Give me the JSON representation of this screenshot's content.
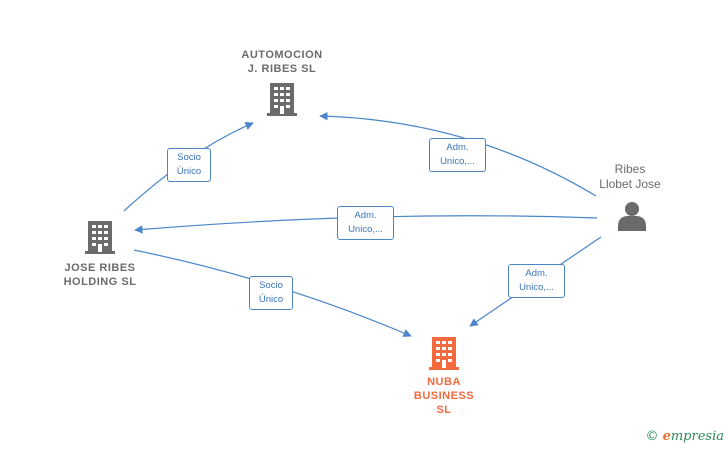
{
  "nodes": {
    "automocion": {
      "line1": "AUTOMOCION",
      "line2": "J.  RIBES SL",
      "icon": "building-icon",
      "color": "#6b6b6b"
    },
    "jose_ribes": {
      "line1": "JOSE RIBES",
      "line2": "HOLDING  SL",
      "icon": "building-icon",
      "color": "#6b6b6b"
    },
    "nuba": {
      "line1": "NUBA",
      "line2": "BUSINESS",
      "line3": "SL",
      "icon": "building-icon",
      "color": "#f26a3d"
    },
    "ribes_person": {
      "line1": "Ribes",
      "line2": "Llobet Jose",
      "icon": "person-icon",
      "color": "#6b6b6b"
    }
  },
  "edges": [
    {
      "from": "ribes_person",
      "to": "automocion",
      "line1": "Adm.",
      "line2": "Unico,..."
    },
    {
      "from": "ribes_person",
      "to": "jose_ribes",
      "line1": "Adm.",
      "line2": "Unico,..."
    },
    {
      "from": "ribes_person",
      "to": "nuba",
      "line1": "Adm.",
      "line2": "Unico,..."
    },
    {
      "from": "jose_ribes",
      "to": "automocion",
      "line1": "Socio",
      "line2": "Único"
    },
    {
      "from": "jose_ribes",
      "to": "nuba",
      "line1": "Socio",
      "line2": "Único"
    }
  ],
  "brand": {
    "copyright": "©",
    "initial": "e",
    "rest": "mpresia"
  },
  "colors": {
    "edge": "#4a86c9",
    "focus": "#f26a3d",
    "node": "#6b6b6b"
  }
}
